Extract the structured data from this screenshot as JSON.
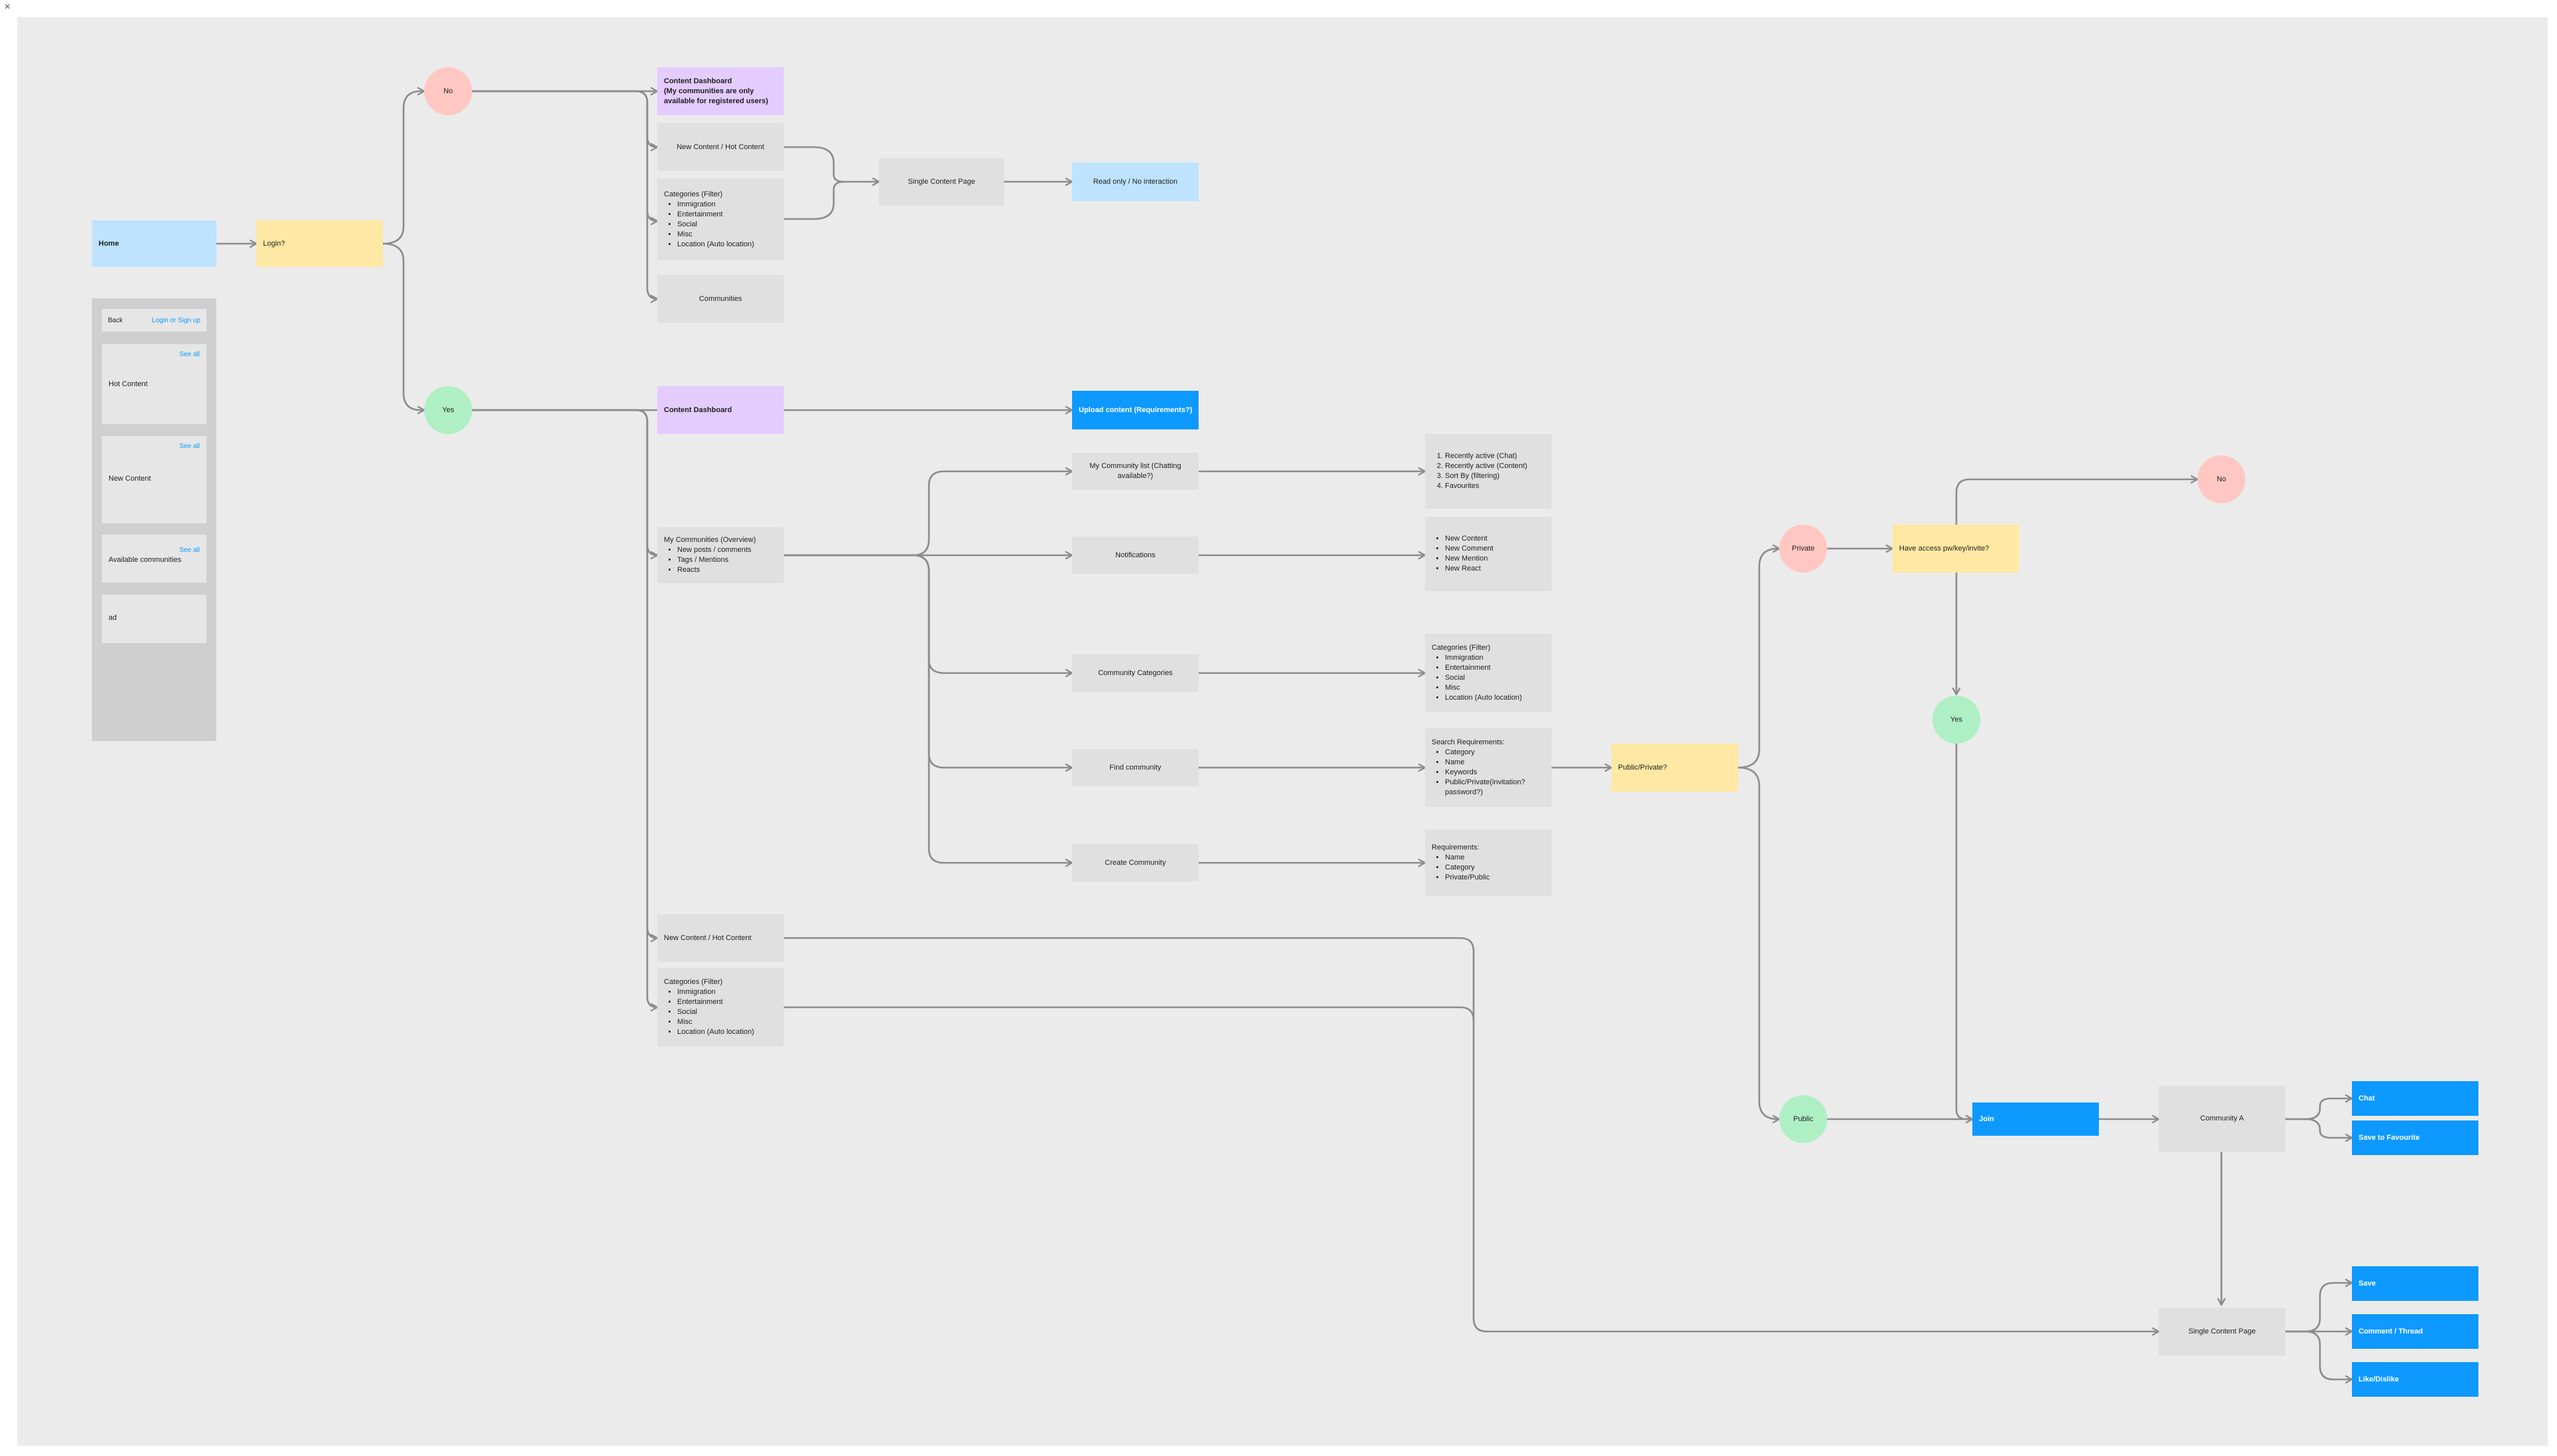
{
  "nodes": {
    "home": "Home",
    "login": "Login?",
    "no1": "No",
    "yes1": "Yes",
    "content_dash_guest_title": "Content Dashboard",
    "content_dash_guest_note": "(My communities are only available for registered users)",
    "new_hot_1": "New Content / Hot Content",
    "categories_1": {
      "title": "Categories (Filter)",
      "items": [
        "Immigration",
        "Entertainment",
        "Social",
        "Misc",
        "Location (Auto location)"
      ]
    },
    "communities": "Communities",
    "single_content_1": "Single Content Page",
    "read_only": "Read only / No interaction",
    "content_dash_user": "Content Dashboard",
    "upload": "Upload content (Requirements?)",
    "my_comm_overview": {
      "title": "My Communities (Overview)",
      "items": [
        "New posts / comments",
        "Tags / Mentions",
        "Reacts"
      ]
    },
    "my_comm_list": "My Community list (Chatting available?)",
    "notifications": "Notifications",
    "comm_categories": "Community Categories",
    "find_community": "Find community",
    "create_community": "Create Community",
    "recent_list": [
      "Recently active (Chat)",
      "Recently active (Content)",
      "Sort By (filtering)",
      "Favourites"
    ],
    "notif_list": [
      "New Content",
      "New Comment",
      "New Mention",
      "New React"
    ],
    "categories_2": {
      "title": "Categories (Filter)",
      "items": [
        "Immigration",
        "Entertainment",
        "Social",
        "Misc",
        "Location (Auto location)"
      ]
    },
    "search_req": {
      "title": "Search Requirements:",
      "items": [
        "Category",
        "Name",
        "Keywords",
        "Public/Private(invitation? password?)"
      ]
    },
    "create_req": {
      "title": "Requirements:",
      "items": [
        "Name",
        "Category",
        "Private/Public"
      ]
    },
    "public_private": "Public/Private?",
    "private": "Private",
    "public": "Public",
    "have_access": "Have access pw/key/invite?",
    "no2": "No",
    "yes2": "Yes",
    "join": "Join",
    "community_a": "Community A",
    "chat": "Chat",
    "save_fav": "Save to Favourite",
    "new_hot_2": "New Content / Hot Content",
    "categories_3": {
      "title": "Categories (Filter)",
      "items": [
        "Immigration",
        "Entertainment",
        "Social",
        "Misc",
        "Location (Auto location)"
      ]
    },
    "single_content_2": "Single Content Page",
    "save": "Save",
    "comment": "Comment / Thread",
    "like": "Like/Dislike"
  },
  "wireframe": {
    "back": "Back",
    "login_link": "Login or Sign up",
    "hot_see_all": "See all",
    "hot": "Hot Content",
    "new_see_all": "See all",
    "new": "New Content",
    "avail_see_all": "See all",
    "avail": "Available communities",
    "ad": "ad"
  },
  "colors": {
    "canvas": "#ebebeb",
    "node_gray": "#e0e0e0",
    "light_blue": "#bde3ff",
    "yellow": "#ffe8a3",
    "purple": "#e4ccff",
    "blue": "#0d99ff",
    "red": "#ffc7c2",
    "green": "#afefc4",
    "connector": "#8c8c8c"
  }
}
